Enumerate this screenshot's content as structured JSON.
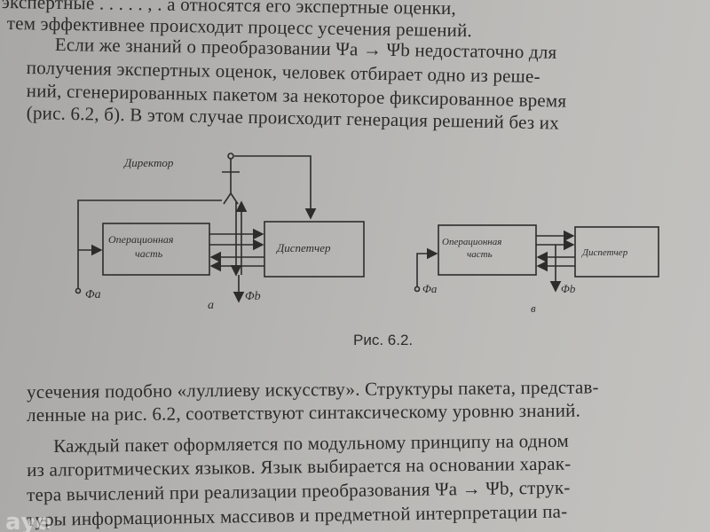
{
  "text": {
    "lines_top": [
      "экспертные . . . . .  , . a  относятся его экспертные оценки,",
      "тем эффективнее происходит процесс усечения решений.",
      "Если же знаний о преобразовании Ψa → Ψb недостаточно для",
      "получения экспертных оценок, человек отбирает одно из реше-",
      "ний, сгенерированных пакетом за некоторое фиксированное время",
      "(рис. 6.2, б). В этом случае происходит генерация решений без их"
    ],
    "lines_bottom": [
      "усечения подобно «луллиеву искусству». Структуры пакета, представ-",
      "ленные на рис. 6.2, соответствуют синтаксическому уровню знаний.",
      "Каждый пакет оформляется по модульному принципу на одном",
      "из алгоритмических языков. Язык выбирается на основании харак-",
      "тера вычислений при реализации преобразования Ψa → Ψb, струк-",
      "туры информационных массивов и предметной интерпретации па-"
    ]
  },
  "figure": {
    "a": {
      "director_label": "Директор",
      "operational_label_1": "Операционная",
      "operational_label_2": "часть",
      "dispatcher_label": "Диспетчер",
      "phi_a": "Φa",
      "phi_b": "Φb",
      "sub_label": "а"
    },
    "b": {
      "operational_label_1": "Операционная",
      "operational_label_2": "часть",
      "dispatcher_label": "Диспетчер",
      "phi_a": "Φa",
      "phi_b": "Φb",
      "sub_label": "в"
    },
    "caption": "Рис. 6.2."
  },
  "watermark": "ауе"
}
